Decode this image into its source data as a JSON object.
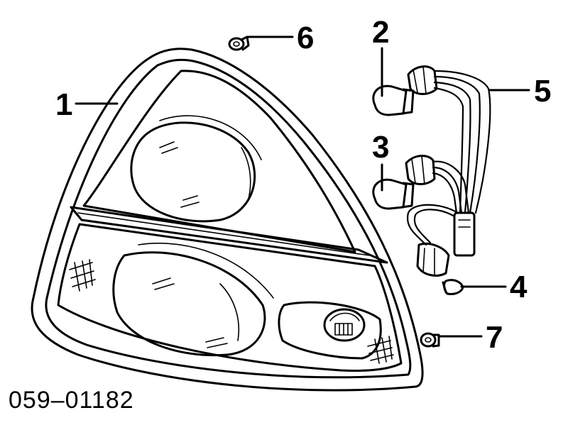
{
  "diagram": {
    "callouts": [
      {
        "id": "1",
        "label": "1"
      },
      {
        "id": "2",
        "label": "2"
      },
      {
        "id": "3",
        "label": "3"
      },
      {
        "id": "4",
        "label": "4"
      },
      {
        "id": "5",
        "label": "5"
      },
      {
        "id": "6",
        "label": "6"
      },
      {
        "id": "7",
        "label": "7"
      }
    ],
    "diagram_code": "059–01182"
  }
}
